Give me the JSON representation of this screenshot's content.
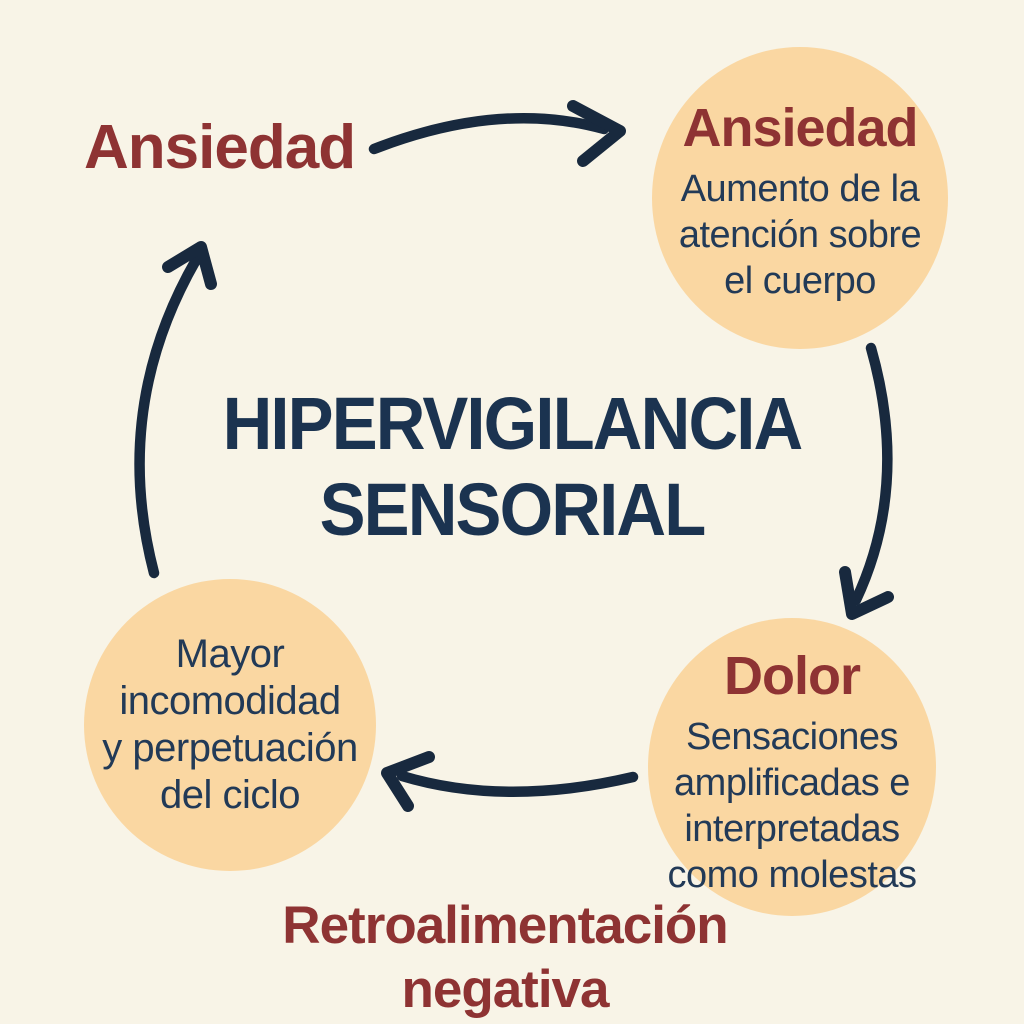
{
  "colors": {
    "background": "#F8F4E7",
    "circle_fill": "#FAD7A2",
    "accent_red": "#8E3333",
    "body_text_navy": "#223A57",
    "title_navy": "#1B3350",
    "arrow_navy": "#18293E"
  },
  "title": {
    "line1": "HIPERVIGILANCIA",
    "line2": "SENSORIAL"
  },
  "labels": {
    "top_left": "Ansiedad",
    "caption_line1": "Retroalimentación",
    "caption_line2": "negativa"
  },
  "nodes": {
    "top_right": {
      "heading": "Ansiedad",
      "body_lines": [
        "Aumento de la",
        "atención sobre",
        "el cuerpo"
      ]
    },
    "bottom_right": {
      "heading": "Dolor",
      "body_lines": [
        "Sensaciones",
        "amplificadas e",
        "interpretadas",
        "como molestas"
      ]
    },
    "bottom_left": {
      "body_lines": [
        "Mayor",
        "incomodidad",
        "y perpetuación",
        "del ciclo"
      ]
    }
  },
  "icons": {
    "top_arrow": "curved-arrow-right",
    "right_arrow": "curved-arrow-down",
    "bottom_arrow": "curved-arrow-left",
    "left_arrow": "curved-arrow-up"
  }
}
